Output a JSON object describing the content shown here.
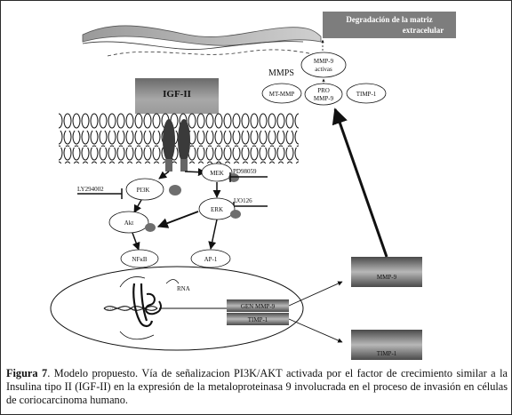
{
  "labels": {
    "degradacion_line1": "Degradación de la matriz",
    "degradacion_line2": "extracelular",
    "mmps": "MMPS",
    "mmp9_activas_line1": "MMP-9",
    "mmp9_activas_line2": "activas",
    "mt_mmp": "MT-MMP",
    "pro_mmp9_line1": "PRO",
    "pro_mmp9_line2": "MMP-9",
    "timp1_top": "TIMP-1",
    "igf2": "IGF-II",
    "mek": "MEK",
    "pd98059": "PD98059",
    "ly294002": "LY294002",
    "pi3k": "PI3K",
    "uo126": "UO126",
    "erk": "ERK",
    "akt": "Akt",
    "nfkb": "NFκB",
    "ap1": "AP-1",
    "rna": "RNA",
    "gen_mmp9": "GEN MMP-9",
    "timp1_gene": "TIMP-1",
    "mmp9_box": "MMP-9",
    "timp1_box": "TIMP-1"
  },
  "caption": {
    "figure_label": "Figura 7",
    "text": ". Modelo propuesto. Vía de señalizacion PI3K/AKT activada por el factor de crecimiento similar a la Insulina tipo II (IGF-II) en la expresión de la metaloproteinasa 9 involucrada en el proceso de invasión en células de coriocarcinoma humano."
  },
  "colors": {
    "box_gray": "#8a8a8a",
    "box_dark": "#555555",
    "degradacion_box": "#7d7d7d",
    "receptor": "#3a3a3a",
    "phospho_dot": "#6e6e6e"
  }
}
